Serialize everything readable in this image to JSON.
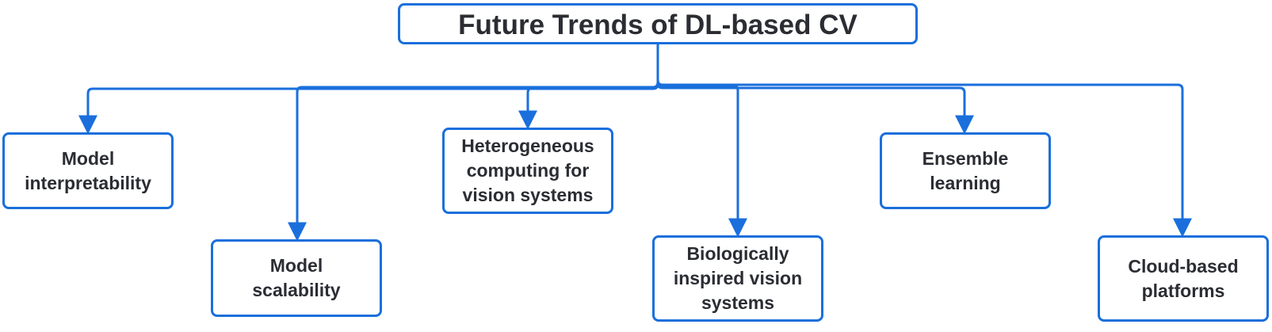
{
  "colors": {
    "accent": "#1a6fdc",
    "text": "#2b2d33",
    "background": "#ffffff"
  },
  "root": {
    "label": "Future Trends of DL-based CV"
  },
  "nodes": [
    {
      "id": "model-interpretability",
      "label": "Model\ninterpretability"
    },
    {
      "id": "model-scalability",
      "label": "Model\nscalability"
    },
    {
      "id": "heterogeneous-computing",
      "label": "Heterogeneous\ncomputing for\nvision systems"
    },
    {
      "id": "biologically-inspired",
      "label": "Biologically\ninspired vision\nsystems"
    },
    {
      "id": "ensemble-learning",
      "label": "Ensemble\nlearning"
    },
    {
      "id": "cloud-based-platforms",
      "label": "Cloud-based\nplatforms"
    }
  ],
  "edges": [
    {
      "from": "root",
      "to": "model-interpretability"
    },
    {
      "from": "root",
      "to": "model-scalability"
    },
    {
      "from": "root",
      "to": "heterogeneous-computing"
    },
    {
      "from": "root",
      "to": "biologically-inspired"
    },
    {
      "from": "root",
      "to": "ensemble-learning"
    },
    {
      "from": "root",
      "to": "cloud-based-platforms"
    }
  ]
}
